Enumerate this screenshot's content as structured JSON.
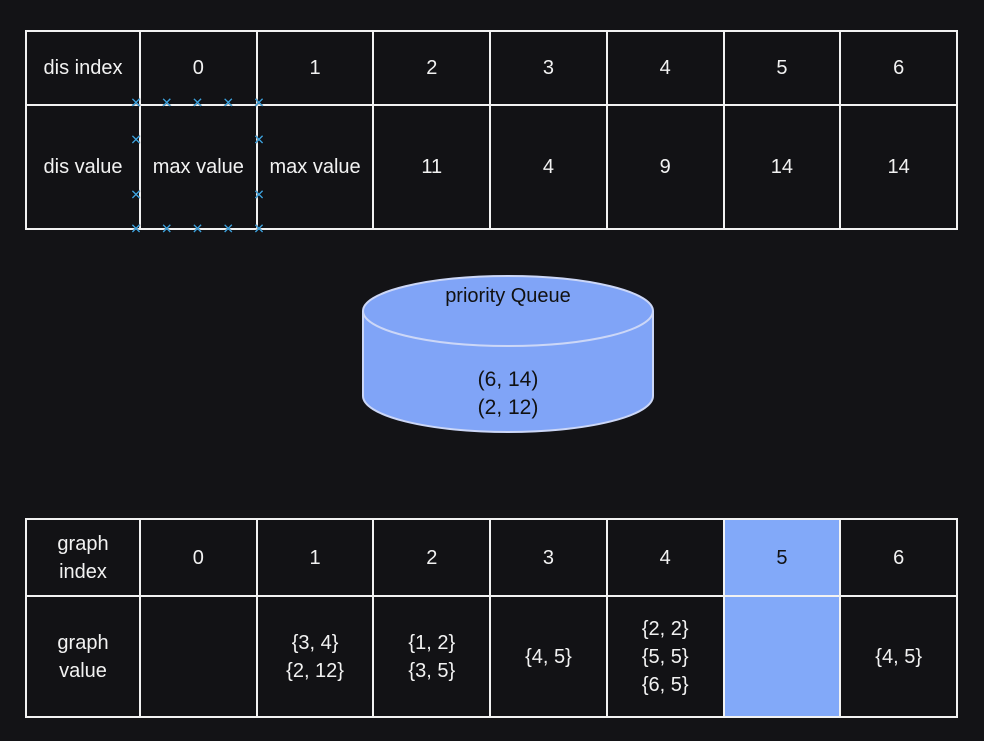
{
  "colors": {
    "bg": "#131316",
    "cell-bg": "#121215",
    "border": "#f2f2f2",
    "text-light": "#f2f2f2",
    "text-dark": "#111111",
    "highlight": "#82a9f9",
    "cylinder-fill": "#80a4f7",
    "cylinder-stroke": "#ccd7f7",
    "handle": "#3fa2dd"
  },
  "dis_table": {
    "index_label": "dis index",
    "value_label": "dis value",
    "indices": [
      "0",
      "1",
      "2",
      "3",
      "4",
      "5",
      "6"
    ],
    "values": [
      "max value",
      "max value",
      "11",
      "4",
      "9",
      "14",
      "14"
    ]
  },
  "queue": {
    "title": "priority Queue",
    "items": [
      "(6, 14)",
      "(2, 12)"
    ]
  },
  "graph_table": {
    "index_label": "graph\nindex",
    "value_label": "graph\nvalue",
    "indices": [
      "0",
      "1",
      "2",
      "3",
      "4",
      "5",
      "6"
    ],
    "values": [
      "",
      "{3, 4}\n{2, 12}",
      "{1, 2}\n{3, 5}",
      "{4, 5}",
      "{2, 2}\n{5, 5}\n{6, 5}",
      "",
      "{4, 5}"
    ],
    "highlighted_index": "5"
  },
  "selection": {
    "glyph": "✕"
  }
}
